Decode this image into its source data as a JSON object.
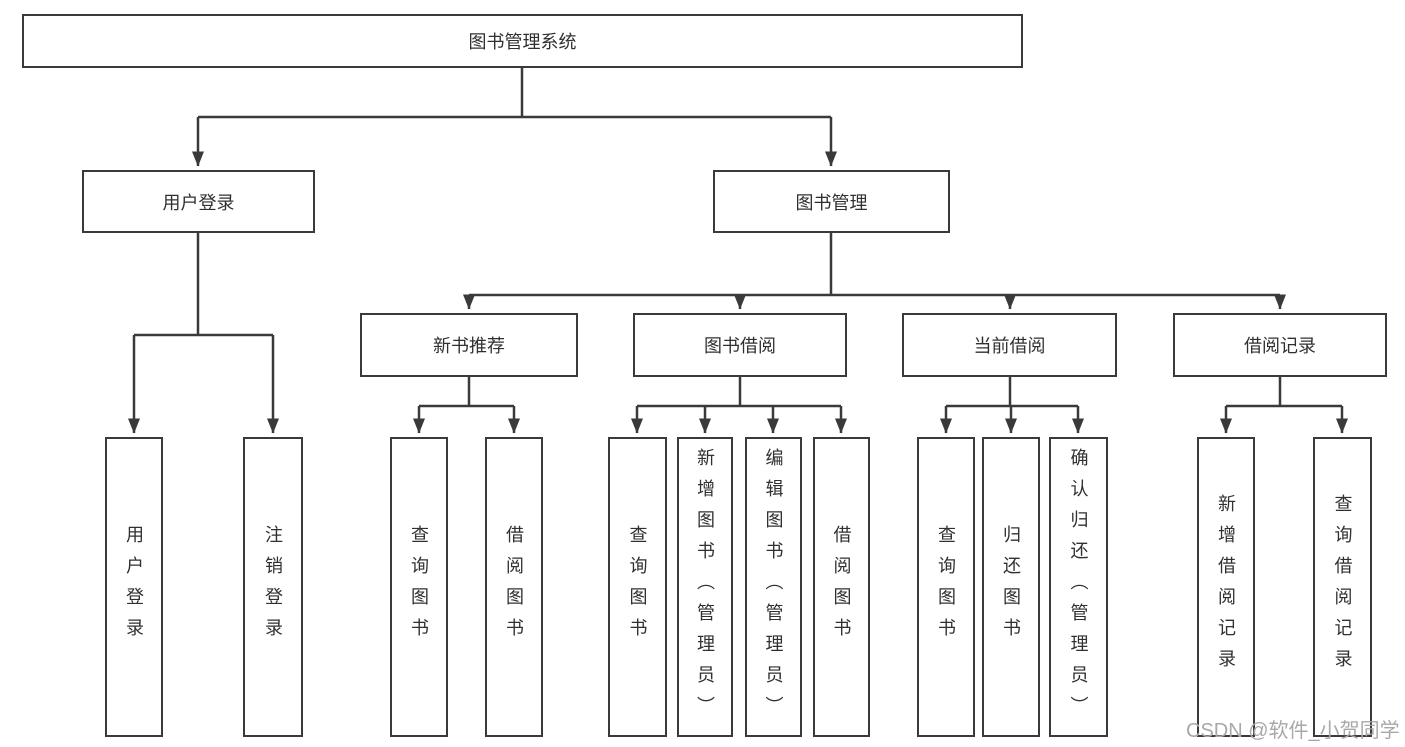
{
  "tree": {
    "root": {
      "label": "图书管理系统"
    },
    "children": [
      {
        "label": "用户登录",
        "children": [
          {
            "label": "用户登录"
          },
          {
            "label": "注销登录"
          }
        ]
      },
      {
        "label": "图书管理",
        "children": [
          {
            "label": "新书推荐",
            "children": [
              {
                "label": "查询图书"
              },
              {
                "label": "借阅图书"
              }
            ]
          },
          {
            "label": "图书借阅",
            "children": [
              {
                "label": "查询图书"
              },
              {
                "label": "新增图书（管理员）"
              },
              {
                "label": "编辑图书（管理员）"
              },
              {
                "label": "借阅图书"
              }
            ]
          },
          {
            "label": "当前借阅",
            "children": [
              {
                "label": "查询图书"
              },
              {
                "label": "归还图书"
              },
              {
                "label": "确认归还（管理员）"
              }
            ]
          },
          {
            "label": "借阅记录",
            "children": [
              {
                "label": "新增借阅记录"
              },
              {
                "label": "查询借阅记录"
              }
            ]
          }
        ]
      }
    ]
  },
  "watermark": {
    "text": "CSDN @软件_小贺同学"
  },
  "colors": {
    "line": "#3a3a3a",
    "box_border": "#3a3a3a",
    "text": "#303030",
    "watermark": "#a8a8a8",
    "background": "#ffffff"
  }
}
